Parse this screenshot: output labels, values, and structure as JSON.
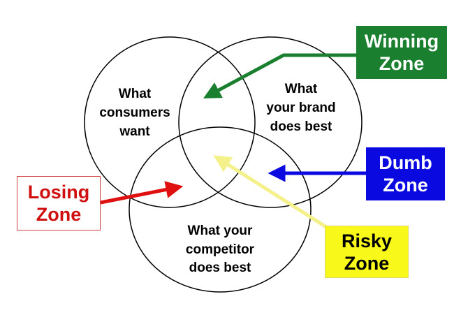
{
  "circles": {
    "consumers": [
      "What",
      "consumers",
      "want"
    ],
    "brand": [
      "What",
      "your brand",
      "does best"
    ],
    "competitor": [
      "What your",
      "competitor",
      "does best"
    ]
  },
  "zones": {
    "winning": {
      "lines": [
        "Winning",
        "Zone"
      ],
      "color": "#1a8030"
    },
    "dumb": {
      "lines": [
        "Dumb",
        "Zone"
      ],
      "color": "#0a0ae0"
    },
    "losing": {
      "lines": [
        "Losing",
        "Zone"
      ],
      "color": "#d01010"
    },
    "risky": {
      "lines": [
        "Risky",
        "Zone"
      ],
      "color": "#f8f81a"
    }
  }
}
